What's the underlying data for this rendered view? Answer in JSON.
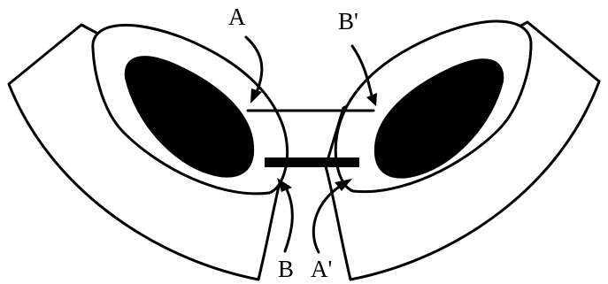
{
  "figure": {
    "labels": {
      "a": "A",
      "b_prime": "B'",
      "b": "B",
      "a_prime": "A'"
    }
  }
}
